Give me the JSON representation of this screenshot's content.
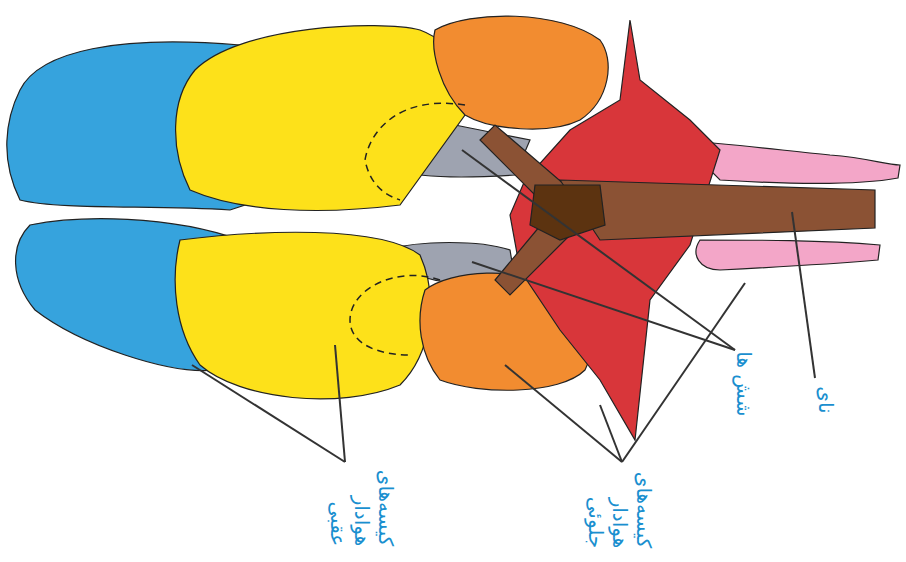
{
  "diagram": {
    "labels": [
      "نای",
      "شش ها",
      "کیسه‌های هوادار جلوئی",
      "کیسه‌های هوادار عقبی"
    ]
  }
}
